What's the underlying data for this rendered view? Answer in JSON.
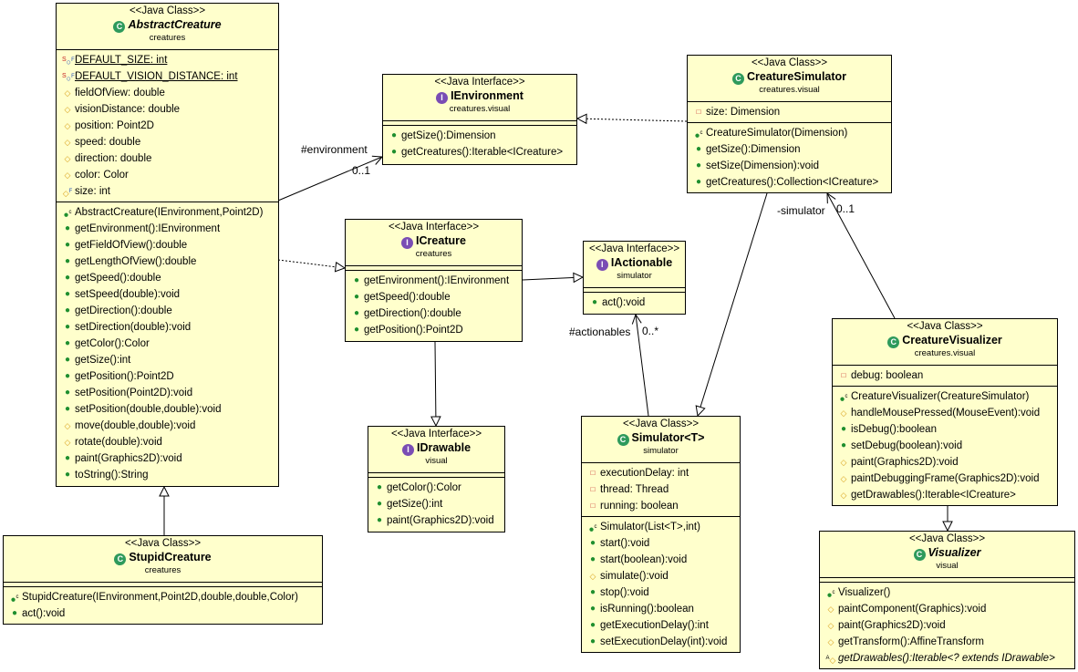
{
  "classes": {
    "abstract_creature": {
      "stereotype": "<<Java Class>>",
      "badge": "C",
      "name": "AbstractCreature",
      "package": "creatures",
      "fields": [
        {
          "vis": "static-public",
          "text": "DEFAULT_SIZE: int"
        },
        {
          "vis": "static-public",
          "text": "DEFAULT_VISION_DISTANCE: int"
        },
        {
          "vis": "protected",
          "text": "fieldOfView: double"
        },
        {
          "vis": "protected",
          "text": "visionDistance: double"
        },
        {
          "vis": "protected",
          "text": "position: Point2D"
        },
        {
          "vis": "protected",
          "text": "speed: double"
        },
        {
          "vis": "protected",
          "text": "direction: double"
        },
        {
          "vis": "protected",
          "text": "color: Color"
        },
        {
          "vis": "final-protected",
          "text": "size: int"
        }
      ],
      "methods": [
        {
          "vis": "ctor",
          "text": "AbstractCreature(IEnvironment,Point2D)"
        },
        {
          "vis": "public",
          "text": "getEnvironment():IEnvironment"
        },
        {
          "vis": "public",
          "text": "getFieldOfView():double"
        },
        {
          "vis": "public",
          "text": "getLengthOfView():double"
        },
        {
          "vis": "public",
          "text": "getSpeed():double"
        },
        {
          "vis": "public",
          "text": "setSpeed(double):void"
        },
        {
          "vis": "public",
          "text": "getDirection():double"
        },
        {
          "vis": "public",
          "text": "setDirection(double):void"
        },
        {
          "vis": "public",
          "text": "getColor():Color"
        },
        {
          "vis": "public",
          "text": "getSize():int"
        },
        {
          "vis": "public",
          "text": "getPosition():Point2D"
        },
        {
          "vis": "public",
          "text": "setPosition(Point2D):void"
        },
        {
          "vis": "public",
          "text": "setPosition(double,double):void"
        },
        {
          "vis": "protected",
          "text": "move(double,double):void"
        },
        {
          "vis": "protected",
          "text": "rotate(double):void"
        },
        {
          "vis": "public",
          "text": "paint(Graphics2D):void"
        },
        {
          "vis": "public",
          "text": "toString():String"
        }
      ]
    },
    "stupid_creature": {
      "stereotype": "<<Java Class>>",
      "badge": "C",
      "name": "StupidCreature",
      "package": "creatures",
      "methods": [
        {
          "vis": "ctor",
          "text": "StupidCreature(IEnvironment,Point2D,double,double,Color)"
        },
        {
          "vis": "public",
          "text": "act():void"
        }
      ]
    },
    "ienvironment": {
      "stereotype": "<<Java Interface>>",
      "badge": "I",
      "name": "IEnvironment",
      "package": "creatures.visual",
      "methods": [
        {
          "vis": "public",
          "text": "getSize():Dimension"
        },
        {
          "vis": "public",
          "text": "getCreatures():Iterable<ICreature>"
        }
      ]
    },
    "icreature": {
      "stereotype": "<<Java Interface>>",
      "badge": "I",
      "name": "ICreature",
      "package": "creatures",
      "methods": [
        {
          "vis": "public",
          "text": "getEnvironment():IEnvironment"
        },
        {
          "vis": "public",
          "text": "getSpeed():double"
        },
        {
          "vis": "public",
          "text": "getDirection():double"
        },
        {
          "vis": "public",
          "text": "getPosition():Point2D"
        }
      ]
    },
    "iactionable": {
      "stereotype": "<<Java Interface>>",
      "badge": "I",
      "name": "IActionable",
      "package": "simulator",
      "methods": [
        {
          "vis": "public",
          "text": "act():void"
        }
      ]
    },
    "idrawable": {
      "stereotype": "<<Java Interface>>",
      "badge": "I",
      "name": "IDrawable",
      "package": "visual",
      "methods": [
        {
          "vis": "public",
          "text": "getColor():Color"
        },
        {
          "vis": "public",
          "text": "getSize():int"
        },
        {
          "vis": "public",
          "text": "paint(Graphics2D):void"
        }
      ]
    },
    "creature_simulator": {
      "stereotype": "<<Java Class>>",
      "badge": "C",
      "name": "CreatureSimulator",
      "package": "creatures.visual",
      "fields": [
        {
          "vis": "private",
          "text": "size: Dimension"
        }
      ],
      "methods": [
        {
          "vis": "ctor",
          "text": "CreatureSimulator(Dimension)"
        },
        {
          "vis": "public",
          "text": "getSize():Dimension"
        },
        {
          "vis": "public",
          "text": "setSize(Dimension):void"
        },
        {
          "vis": "public",
          "text": "getCreatures():Collection<ICreature>"
        }
      ]
    },
    "simulator": {
      "stereotype": "<<Java Class>>",
      "badge": "C",
      "name": "Simulator<T>",
      "package": "simulator",
      "fields": [
        {
          "vis": "private",
          "text": "executionDelay: int"
        },
        {
          "vis": "private",
          "text": "thread: Thread"
        },
        {
          "vis": "private",
          "text": "running: boolean"
        }
      ],
      "methods": [
        {
          "vis": "ctor",
          "text": "Simulator(List<T>,int)"
        },
        {
          "vis": "public",
          "text": "start():void"
        },
        {
          "vis": "public",
          "text": "start(boolean):void"
        },
        {
          "vis": "protected",
          "text": "simulate():void"
        },
        {
          "vis": "public",
          "text": "stop():void"
        },
        {
          "vis": "public",
          "text": "isRunning():boolean"
        },
        {
          "vis": "public",
          "text": "getExecutionDelay():int"
        },
        {
          "vis": "public",
          "text": "setExecutionDelay(int):void"
        }
      ]
    },
    "creature_visualizer": {
      "stereotype": "<<Java Class>>",
      "badge": "C",
      "name": "CreatureVisualizer",
      "package": "creatures.visual",
      "fields": [
        {
          "vis": "private",
          "text": "debug: boolean"
        }
      ],
      "methods": [
        {
          "vis": "ctor",
          "text": "CreatureVisualizer(CreatureSimulator)"
        },
        {
          "vis": "protected",
          "text": "handleMousePressed(MouseEvent):void"
        },
        {
          "vis": "public",
          "text": "isDebug():boolean"
        },
        {
          "vis": "public",
          "text": "setDebug(boolean):void"
        },
        {
          "vis": "protected",
          "text": "paint(Graphics2D):void"
        },
        {
          "vis": "protected",
          "text": "paintDebuggingFrame(Graphics2D):void"
        },
        {
          "vis": "protected",
          "text": "getDrawables():Iterable<ICreature>"
        }
      ]
    },
    "visualizer": {
      "stereotype": "<<Java Class>>",
      "badge": "C",
      "name": "Visualizer",
      "package": "visual",
      "methods": [
        {
          "vis": "ctor",
          "text": "Visualizer()"
        },
        {
          "vis": "protected",
          "text": "paintComponent(Graphics):void"
        },
        {
          "vis": "protected",
          "text": "paint(Graphics2D):void"
        },
        {
          "vis": "protected",
          "text": "getTransform():AffineTransform"
        },
        {
          "vis": "abstract-protected",
          "text": "getDrawables():Iterable<? extends IDrawable>"
        }
      ]
    }
  },
  "edge_labels": {
    "environment": "#environment",
    "environment_mult": "0..1",
    "simulator": "-simulator",
    "simulator_mult": "0..1",
    "actionables": "#actionables",
    "actionables_mult": "0..*"
  }
}
